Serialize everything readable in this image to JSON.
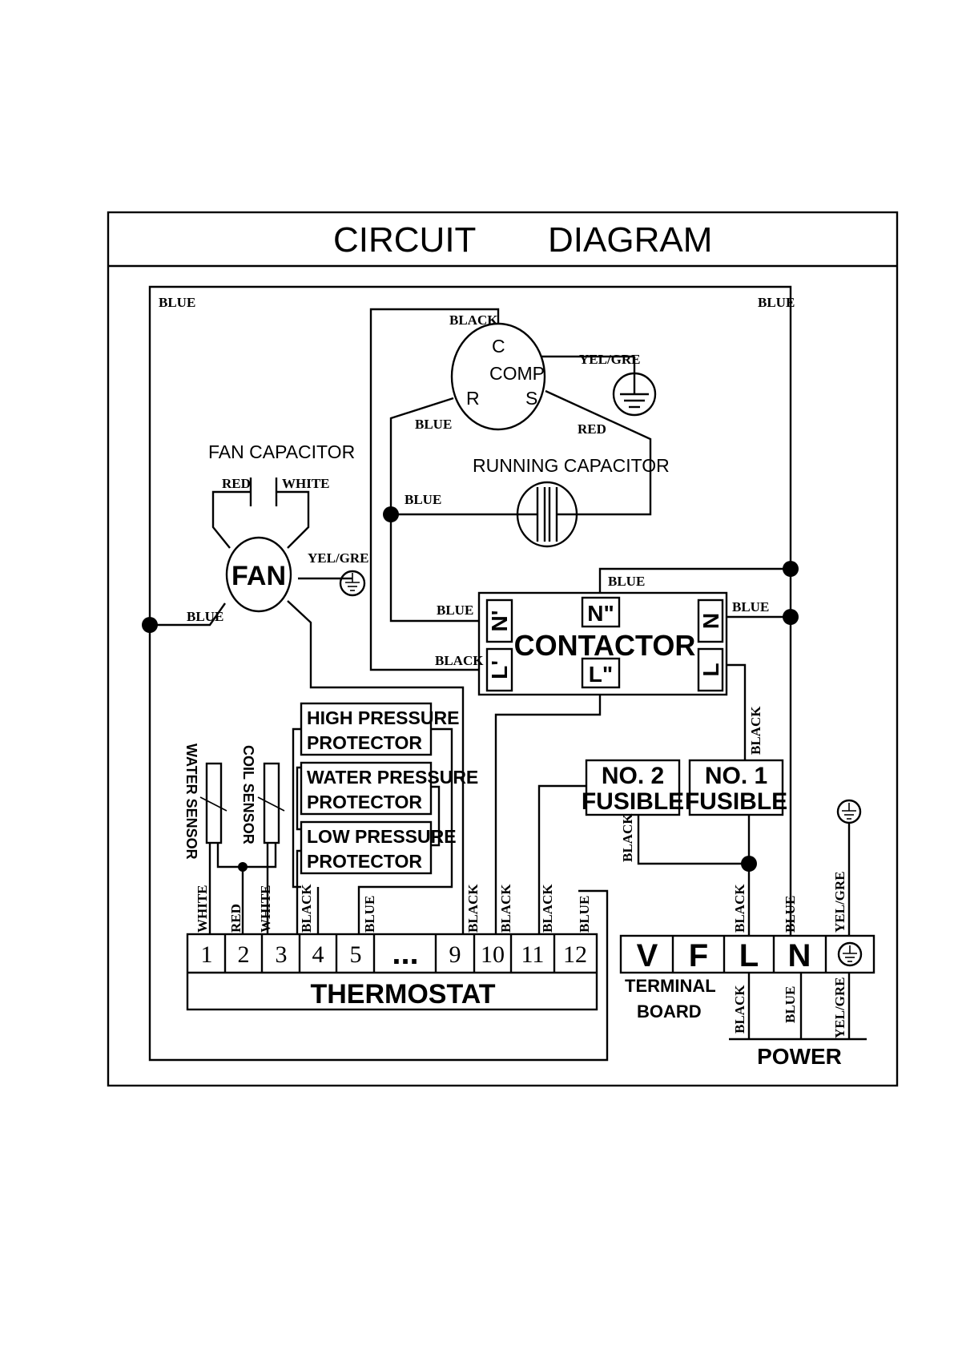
{
  "title": {
    "left": "CIRCUIT",
    "right": "DIAGRAM"
  },
  "wire_colors": {
    "blue": "BLUE",
    "black": "BLACK",
    "red": "RED",
    "white": "WHITE",
    "yel_gre": "YEL/GRE"
  },
  "compressor": {
    "c": "C",
    "r": "R",
    "s": "S",
    "name": "COMP"
  },
  "labels": {
    "fan_capacitor": "FAN CAPACITOR",
    "running_capacitor": "RUNNING  CAPACITOR",
    "fan": "FAN",
    "contactor": "CONTACTOR",
    "contactor_n_prime": "N'",
    "contactor_l_prime": "L'",
    "contactor_n_dbl": "N\"",
    "contactor_l_dbl": "L\"",
    "contactor_n": "N",
    "contactor_l": "L",
    "high_pressure": [
      "HIGH PRESSURE",
      "PROTECTOR"
    ],
    "water_pressure": [
      "WATER PRESSURE",
      "PROTECTOR"
    ],
    "low_pressure": [
      "LOW  PRESSURE",
      "PROTECTOR"
    ],
    "fusible2": [
      "NO. 2",
      "FUSIBLE"
    ],
    "fusible1": [
      "NO. 1",
      "FUSIBLE"
    ],
    "water_sensor": "WATER SENSOR",
    "coil_sensor": "COIL SENSOR",
    "thermostat": "THERMOSTAT",
    "terminal_board": [
      "TERMINAL",
      "BOARD"
    ],
    "power": "POWER"
  },
  "thermostat_terminals": [
    "1",
    "2",
    "3",
    "4",
    "5",
    "...",
    "9",
    "10",
    "11",
    "12"
  ],
  "terminal_board_cells": [
    "V",
    "F",
    "L",
    "N"
  ]
}
